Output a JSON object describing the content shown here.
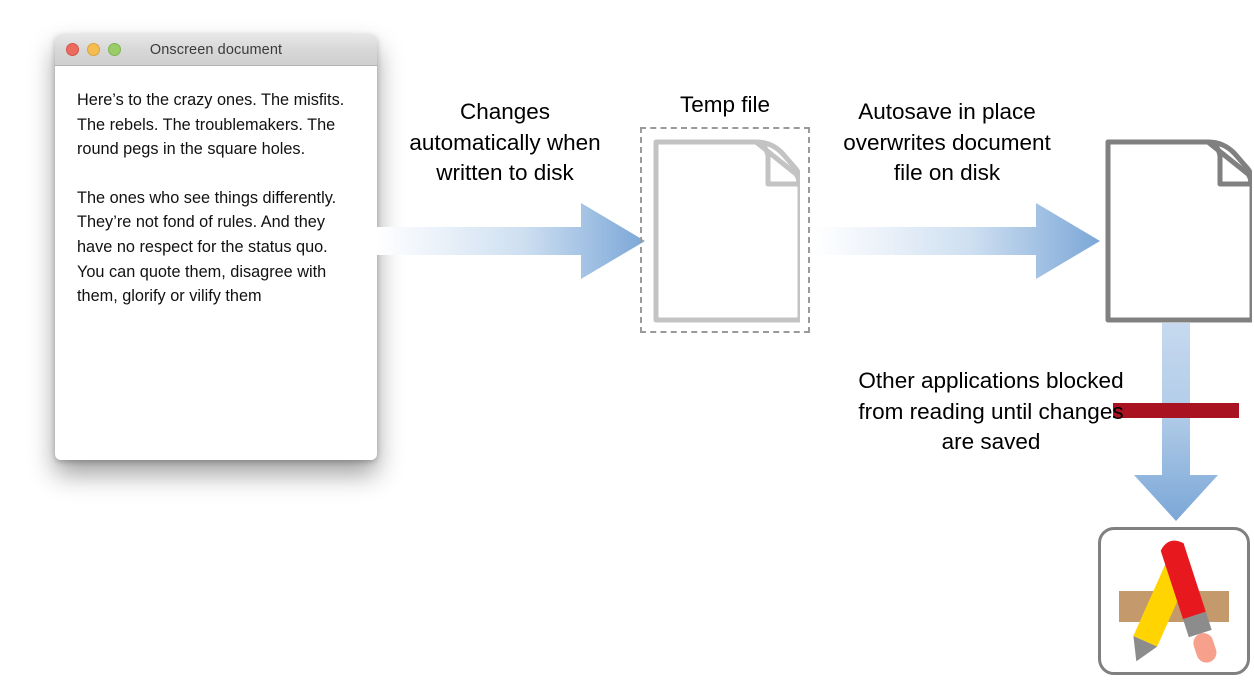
{
  "diagram": {
    "title": "Autosave in place overwrites document file on disk",
    "colors": {
      "arrow_blue_dark": "#7ba7d7",
      "arrow_blue_light": "#f7fafd",
      "block_red": "#a91220",
      "temp_outline_gray": "#c3c3c3",
      "dash_gray": "#9a9a9a",
      "final_outline_gray": "#808080",
      "icon_pencil_yellow": "#ffd400",
      "icon_brush_red": "#e8191e",
      "icon_ruler_tan": "#c49a6c",
      "icon_salmon": "#f7a18c",
      "icon_gray": "#8c8c8c"
    }
  },
  "window": {
    "title": "Onscreen document",
    "traffic_lights": [
      {
        "name": "close",
        "color": "#ed6a5e"
      },
      {
        "name": "minimize",
        "color": "#f5bd4f"
      },
      {
        "name": "zoom",
        "color": "#9acd68"
      }
    ],
    "paragraphs": [
      "Here’s to the crazy ones. The misfits. The rebels. The troublemakers. The round pegs in the square holes.",
      "The ones who see things differently. They’re not fond of rules. And they have no respect for the status quo. You can quote them, disagree with them, glorify or vilify them"
    ]
  },
  "labels": {
    "changes": "Changes automatically when written to disk",
    "temp_file": "Temp file",
    "autosave": "Autosave in place overwrites document file on disk",
    "blocked": "Other applications blocked from reading until changes are saved"
  },
  "nodes": {
    "temp_file_icon": "document-page-icon",
    "final_file_icon": "document-page-icon",
    "app_icon": "developer-tools-app-icon"
  }
}
